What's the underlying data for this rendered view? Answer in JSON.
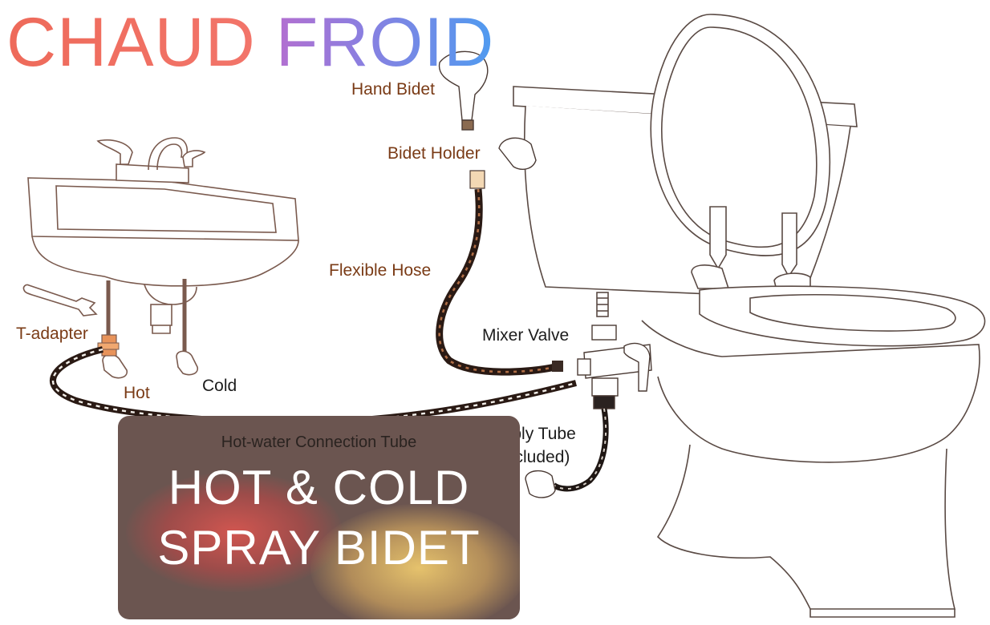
{
  "title": {
    "hot": "CHAUD",
    "cold": "FROID"
  },
  "labels": {
    "hand_bidet": "Hand Bidet",
    "bidet_holder": "Bidet Holder",
    "flexible_hose": "Flexible Hose",
    "mixer_valve": "Mixer Valve",
    "t_adapter": "T-adapter",
    "hot": "Hot",
    "cold": "Cold",
    "supply_tube": "Supply Tube",
    "supply_tube_note": "(Excluded)"
  },
  "promo": {
    "subtitle": "Hot-water Connection Tube",
    "line1": "HOT & COLD",
    "line2": "SPRAY BIDET"
  },
  "colors": {
    "title_hot": "#ee6a5a",
    "title_cold_gradient": [
      "#b36fd0",
      "#4f9bf0"
    ],
    "label_text": "#7a3b16",
    "outline": "#5a4a44",
    "hose": "#2a1a14",
    "promo_bg": "#6b5550"
  }
}
